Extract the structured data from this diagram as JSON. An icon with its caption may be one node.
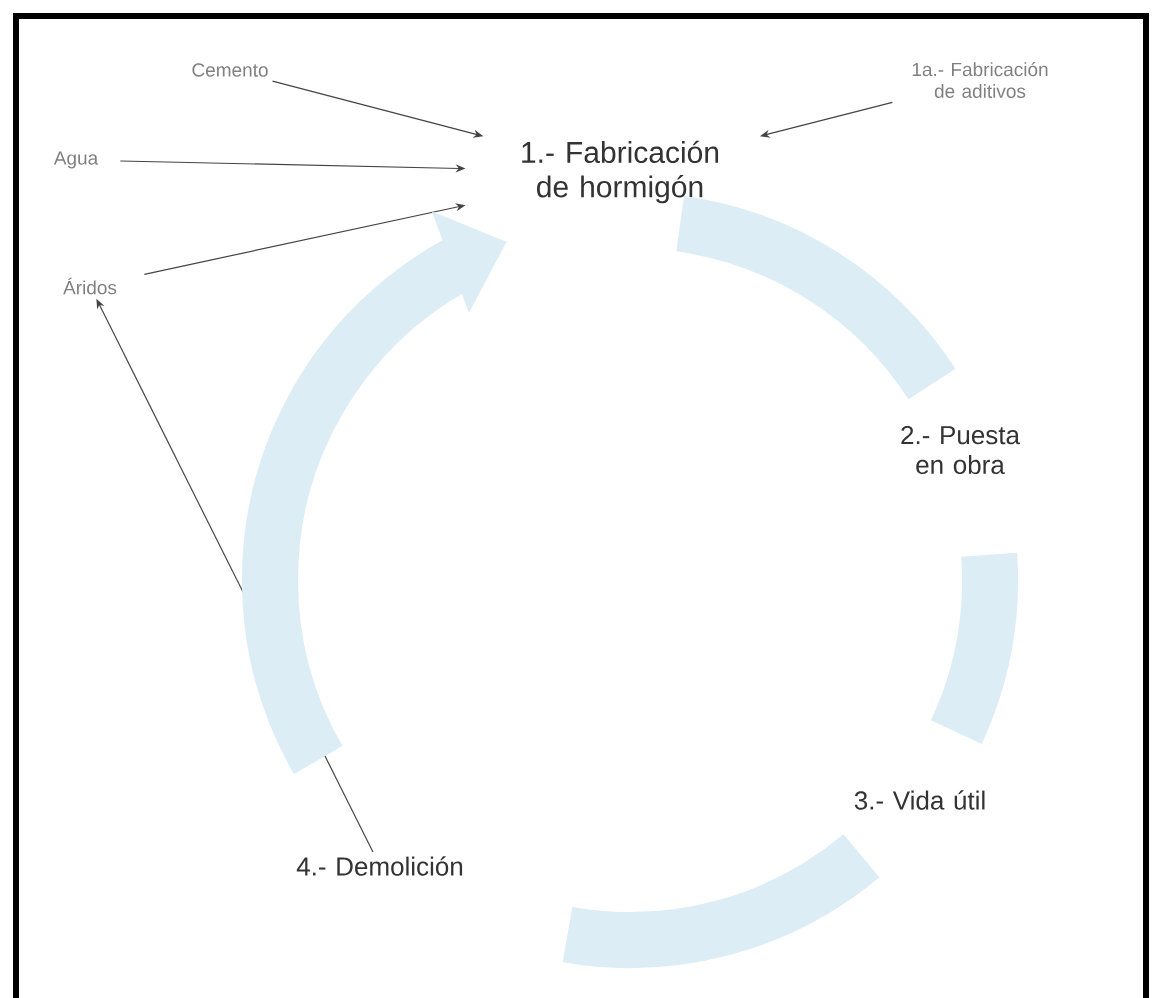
{
  "diagram": {
    "nodes": [
      {
        "text": [
          "1.- Fabricación de hormigón"
        ]
      },
      {
        "text": [
          "Cemento"
        ]
      },
      {
        "text": [
          "Agua"
        ]
      },
      {
        "text": [
          "Áridos"
        ]
      },
      {
        "text": [
          "1a.- Fabricación de aditivos"
        ]
      },
      {
        "text": [
          "2.- Puesta en obra"
        ]
      },
      {
        "text": [
          "3.- Vida útil"
        ]
      },
      {
        "text": [
          "4.- Demolición"
        ]
      }
    ],
    "edges": [
      {
        "from": 1,
        "to": 0,
        "arrow": "to"
      },
      {
        "from": 2,
        "to": 0,
        "arrow": "to"
      },
      {
        "from": 3,
        "to": 0,
        "arrow": "to"
      },
      {
        "from": 4,
        "to": 0,
        "arrow": "to"
      },
      {
        "from": 7,
        "to": 3,
        "arrow": "to"
      },
      {
        "from": 0,
        "to": 5,
        "arrow": "none",
        "style": "thick",
        "color": "#dcedf6"
      },
      {
        "from": 5,
        "to": 6,
        "arrow": "none",
        "style": "thick",
        "color": "#dcedf6"
      },
      {
        "from": 6,
        "to": 7,
        "arrow": "none",
        "style": "thick",
        "color": "#dcedf6"
      },
      {
        "from": 7,
        "to": 0,
        "arrow": "to",
        "style": "thick",
        "color": "#dcedf6"
      }
    ]
  }
}
